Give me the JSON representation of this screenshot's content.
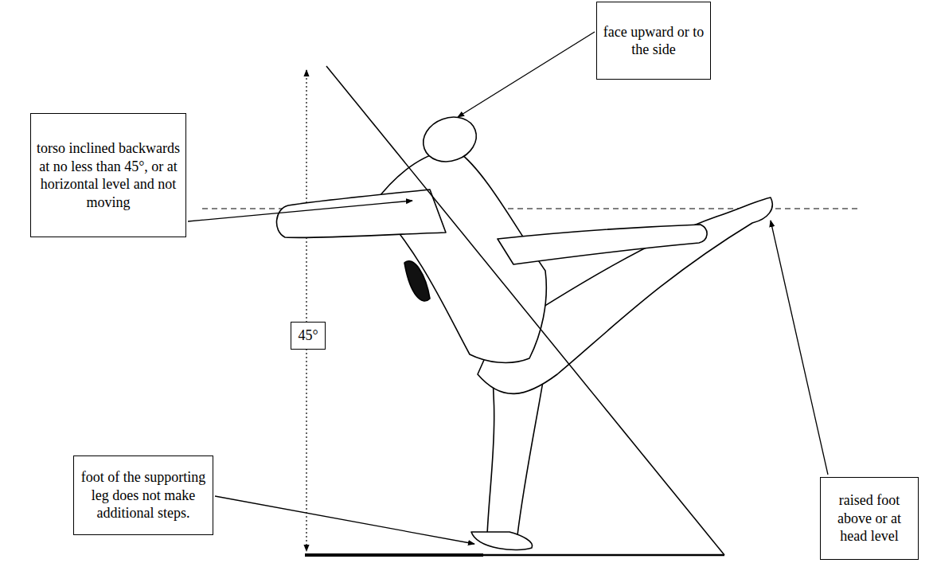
{
  "diagram": {
    "nodes": [
      {
        "text": [
          "face upward or to the side"
        ]
      },
      {
        "text": [
          "torso inclined backwards at no less than 45°, or at horizontal level and not moving"
        ]
      },
      {
        "text": [
          "45°"
        ]
      },
      {
        "text": [
          "foot of the supporting leg does not make additional steps."
        ]
      },
      {
        "text": [
          "raised foot above or at head level"
        ]
      }
    ]
  }
}
